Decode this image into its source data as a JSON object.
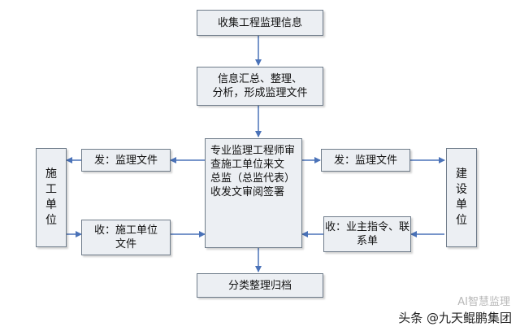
{
  "nodes": {
    "collect": "收集工程监理信息",
    "summarize": [
      "信息汇总、整理、",
      "分析，形成监理文件"
    ],
    "center": [
      "专业监理工程师审",
      "查施工单位来文",
      "总监（总监代表）",
      "收发文审阅签署"
    ],
    "contractor": [
      "施",
      "工",
      "单",
      "位"
    ],
    "owner": [
      "建",
      "设",
      "单",
      "位"
    ],
    "send_left": "发：监理文件",
    "send_right": "发：监理文件",
    "receive_left": [
      "收：施工单位",
      "文件"
    ],
    "receive_right": [
      "收：业主指令、联",
      "系单"
    ],
    "archive": "分类整理归档"
  },
  "colors": {
    "box_fill": "#eceff3",
    "box_border": "#6f7c8a",
    "arrow": "#4a72b8"
  },
  "watermark": {
    "main": "头条 @九天鲲鹏集团",
    "faint": "AI智慧监理"
  }
}
